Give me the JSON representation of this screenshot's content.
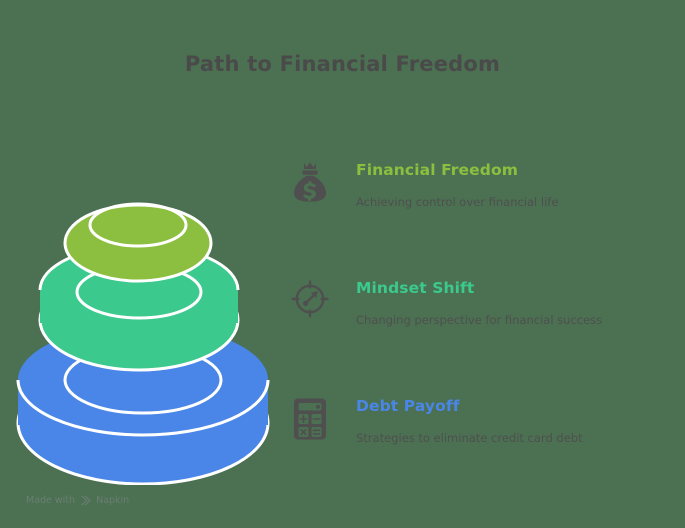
{
  "page": {
    "title": "Path to Financial Freedom",
    "background_color": "#4b7152",
    "title_color": "#4a4a4a"
  },
  "stack": {
    "name": "stacked-rings-graphic",
    "layers": [
      {
        "id": "top",
        "label": "Financial Freedom",
        "color": "#8cbf3f",
        "outline_color": "#ffffff",
        "size": "small"
      },
      {
        "id": "middle",
        "label": "Mindset Shift",
        "color": "#3bc98d",
        "outline_color": "#ffffff",
        "size": "medium"
      },
      {
        "id": "bottom",
        "label": "Debt Payoff",
        "color": "#4a86e8",
        "outline_color": "#ffffff",
        "size": "large"
      }
    ]
  },
  "legend": {
    "items": [
      {
        "icon": "money-bag-icon",
        "title": "Financial Freedom",
        "description": "Achieving control over financial life",
        "color": "#8cbf3f"
      },
      {
        "icon": "target-arrow-icon",
        "title": "Mindset Shift",
        "description": "Changing perspective for financial success",
        "color": "#3bc98d"
      },
      {
        "icon": "calculator-icon",
        "title": "Debt Payoff",
        "description": "Strategies to eliminate credit card debt",
        "color": "#4a86e8"
      }
    ]
  },
  "watermark": {
    "prefix": "Made with",
    "brand": "Napkin",
    "icon": "napkin-logo-icon",
    "color": "#6d7f74"
  }
}
